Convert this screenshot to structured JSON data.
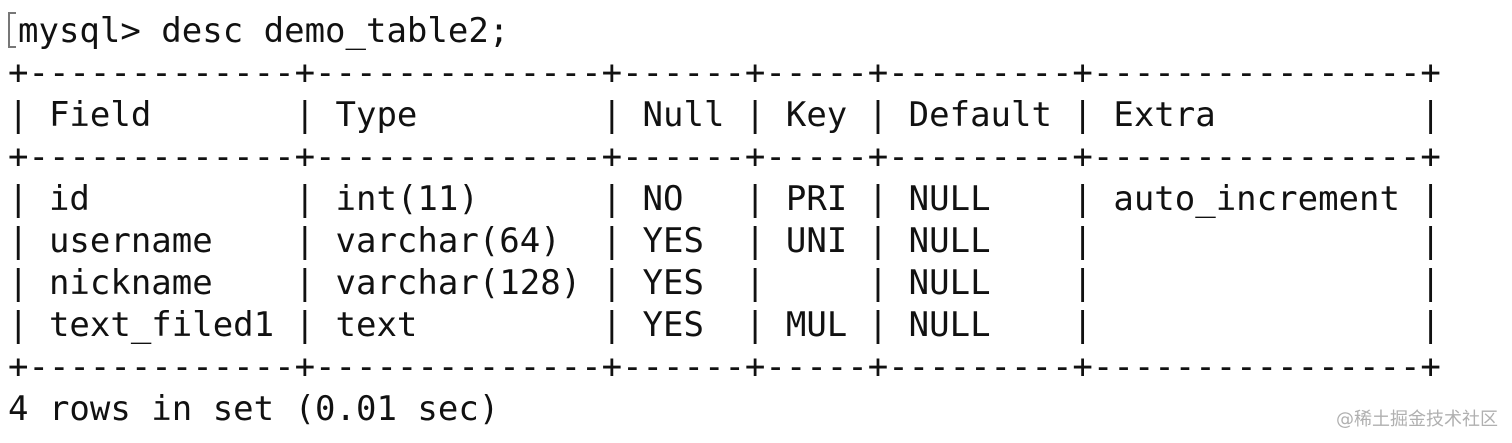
{
  "prompt_line": "mysql> desc demo_table2;",
  "table": {
    "border": "+-------------+--------------+------+-----+---------+----------------+",
    "header": "| Field       | Type         | Null | Key | Default | Extra          |",
    "rows": [
      "| id          | int(11)      | NO   | PRI | NULL    | auto_increment |",
      "| username    | varchar(64)  | YES  | UNI | NULL    |                |",
      "| nickname    | varchar(128) | YES  |     | NULL    |                |",
      "| text_filed1 | text         | YES  | MUL | NULL    |                |"
    ],
    "columns": [
      "Field",
      "Type",
      "Null",
      "Key",
      "Default",
      "Extra"
    ],
    "cells": [
      [
        "id",
        "int(11)",
        "NO",
        "PRI",
        "NULL",
        "auto_increment"
      ],
      [
        "username",
        "varchar(64)",
        "YES",
        "UNI",
        "NULL",
        ""
      ],
      [
        "nickname",
        "varchar(128)",
        "YES",
        "",
        "NULL",
        ""
      ],
      [
        "text_filed1",
        "text",
        "YES",
        "MUL",
        "NULL",
        ""
      ]
    ]
  },
  "result_line": "4 rows in set (0.01 sec)",
  "watermark": "@稀土掘金技术社区"
}
